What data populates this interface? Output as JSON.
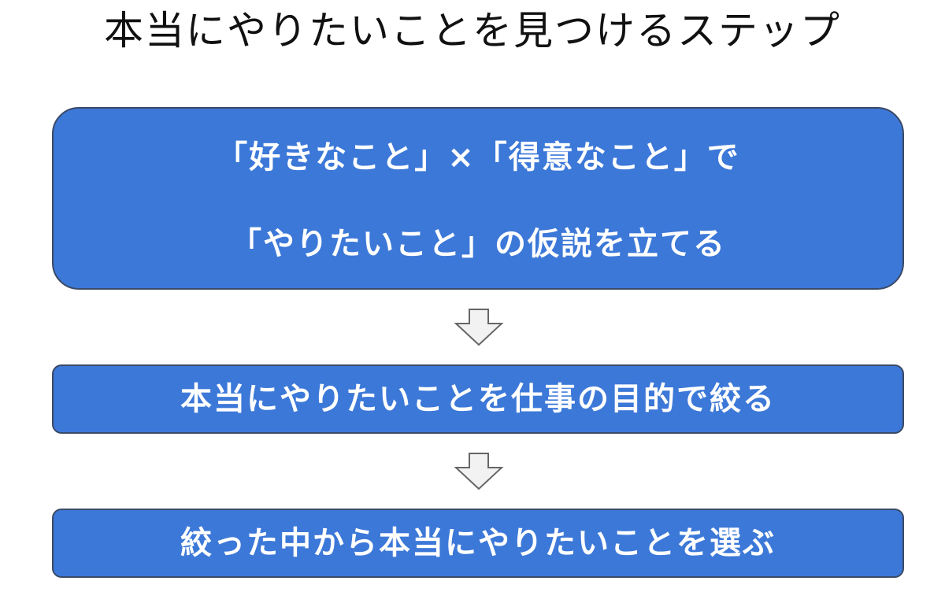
{
  "title": "本当にやりたいことを見つけるステップ",
  "steps": [
    {
      "lines": [
        "「好きなこと」×「得意なこと」で",
        "「やりたいこと」の仮説を立てる"
      ]
    },
    {
      "text": "本当にやりたいことを仕事の目的で絞る"
    },
    {
      "text": "絞った中から本当にやりたいことを選ぶ"
    }
  ],
  "colors": {
    "box_fill": "#3c78d8",
    "box_border": "#3a4a66",
    "box_text": "#ffffff",
    "arrow_fill": "#f2f2f2",
    "arrow_stroke": "#666666",
    "title_text": "#111111"
  }
}
